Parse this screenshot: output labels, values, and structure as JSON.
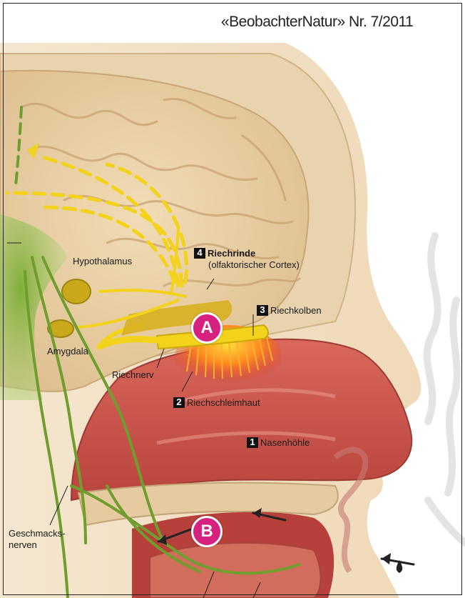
{
  "publication": "«BeobachterNatur» Nr. 7/2011",
  "labels": {
    "hypothalamus": "Hypothalamus",
    "amygdala": "Amygdala",
    "riechnerv": "Riechnerv",
    "riechrinde_num": "4",
    "riechrinde_title": "Riechrinde",
    "riechrinde_sub": "(olfaktorischer Cortex)",
    "riechkolben_num": "3",
    "riechkolben": "Riechkolben",
    "riechschleimhaut_num": "2",
    "riechschleimhaut": "Riechschleimhaut",
    "nasenhoehle_num": "1",
    "nasenhoehle": "Nasenhöhle",
    "geschmack_line1": "Geschmacks-",
    "geschmack_line2": "nerven"
  },
  "markers": {
    "a": "A",
    "b": "B"
  },
  "colors": {
    "marker": "#d6217f",
    "nerve_yellow": "#f2d21a",
    "nerve_green": "#6f9e2e",
    "brain": "#e9cfa4",
    "nasal_tissue": "#c9524a",
    "skin": "#f2e2c8"
  }
}
